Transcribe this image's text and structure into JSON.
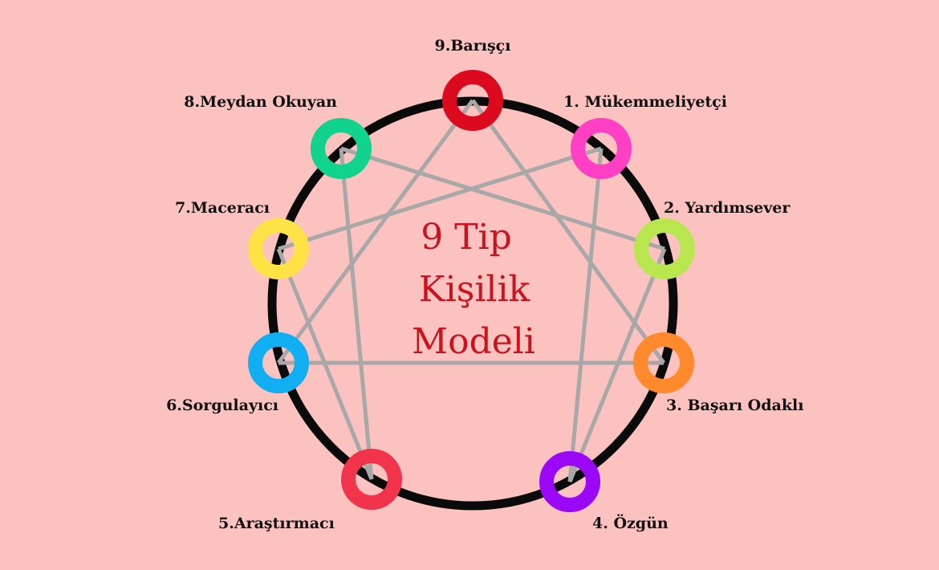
{
  "title_lines": [
    "9 Tip",
    "Kişilik",
    "Modeli"
  ],
  "types": [
    {
      "label": "9.Barışçı",
      "color": "#dc0a1e"
    },
    {
      "label": "1.  Mükemmeliyetçi",
      "color": "#ff3fc4"
    },
    {
      "label": "2. Yardımsever",
      "color": "#b9e64f"
    },
    {
      "label": "3. Başarı Odaklı",
      "color": "#ff8a2e"
    },
    {
      "label": "4. Özgün",
      "color": "#9a08f5"
    },
    {
      "label": "5.Araştırmacı",
      "color": "#f1344c"
    },
    {
      "label": "6.Sorgulayıcı",
      "color": "#12aef2"
    },
    {
      "label": "7.Maceracı",
      "color": "#ffe246"
    },
    {
      "label": "8.Meydan Okuyan",
      "color": "#12d38e"
    }
  ],
  "colors": {
    "background": "#fbc2c0",
    "ring": "#0a0a0a",
    "lines": "#a8a8a8",
    "title": "#c8141e"
  }
}
